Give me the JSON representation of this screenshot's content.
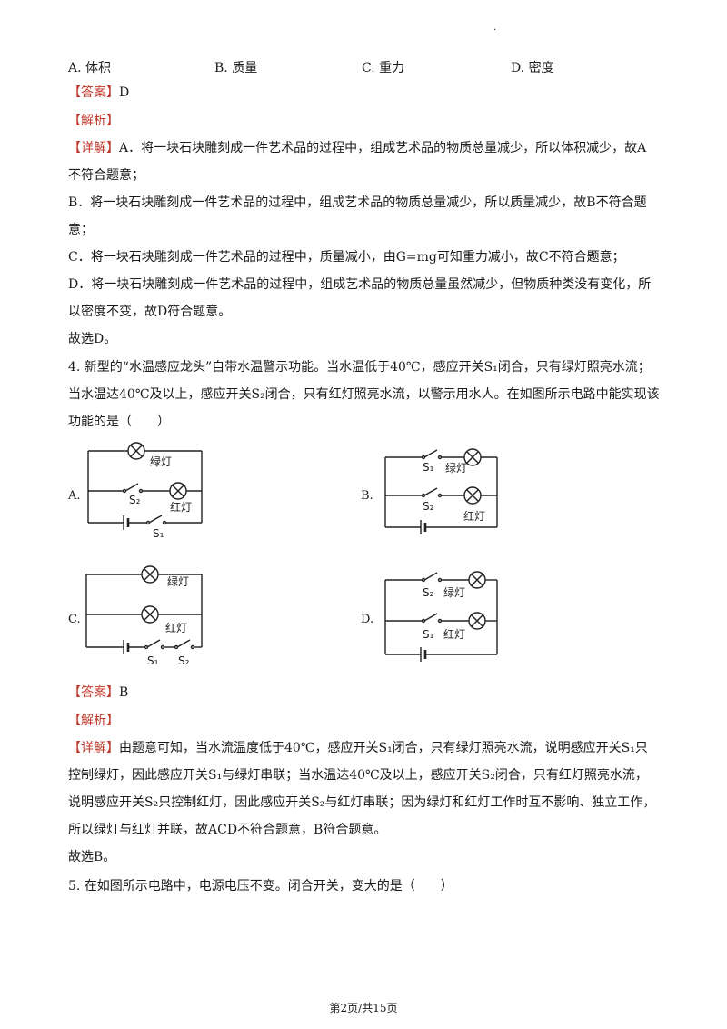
{
  "top_dot": "·",
  "q3_options": [
    "A. 体积",
    "B. 质量",
    "C. 重力",
    "D. 密度"
  ],
  "answer_label": "【答案】",
  "analysis_label": "【解析】",
  "detail_label": "【详解】",
  "q3": {
    "answer": "D",
    "lines": [
      "A．将一块石块雕刻成一件艺术品的过程中，组成艺术品的物质总量减少，所以体积减少，故A",
      "不符合题意；",
      "B．将一块石块雕刻成一件艺术品的过程中，组成艺术品的物质总量减少，所以质量减少，故B不符合题",
      "意；",
      "C．将一块石块雕刻成一件艺术品的过程中，质量减小，由G=mg可知重力减小，故C不符合题意；",
      "D．将一块石块雕刻成一件艺术品的过程中，组成艺术品的物质总量虽然减少，但物质种类没有变化，所",
      "以密度不变，故D符合题意。",
      "故选D。"
    ]
  },
  "q4": {
    "stem": [
      "4. 新型的“水温感应龙头”自带水温警示功能。当水温低于40℃，感应开关S₁闭合，只有绿灯照亮水流；",
      "当水温达40℃及以上，感应开关S₂闭合，只有红灯照亮水流，以警示用水人。在如图所示电路中能实现该",
      "功能的是（　　）"
    ],
    "option_letters": [
      "A.",
      "B.",
      "C.",
      "D."
    ],
    "labels": {
      "green": "绿灯",
      "red": "红灯",
      "s1": "S₁",
      "s2": "S₂"
    },
    "answer": "B",
    "detail": [
      "由题意可知，当水流温度低于40℃，感应开关S₁闭合，只有绿灯照亮水流，说明感应开关S₁只",
      "控制绿灯，因此感应开关S₁与绿灯串联；当水温达40℃及以上，感应开关S₂闭合，只有红灯照亮水流，",
      "说明感应开关S₂只控制红灯，因此感应开关S₂与红灯串联；因为绿灯和红灯工作时互不影响、独立工作，",
      "所以绿灯与红灯并联，故ACD不符合题意，B符合题意。"
    ],
    "conclusion": "故选B。"
  },
  "q5_stem": "5. 在如图所示电路中，电源电压不变。闭合开关，变大的是（　　）",
  "footer": "第2页/共15页"
}
